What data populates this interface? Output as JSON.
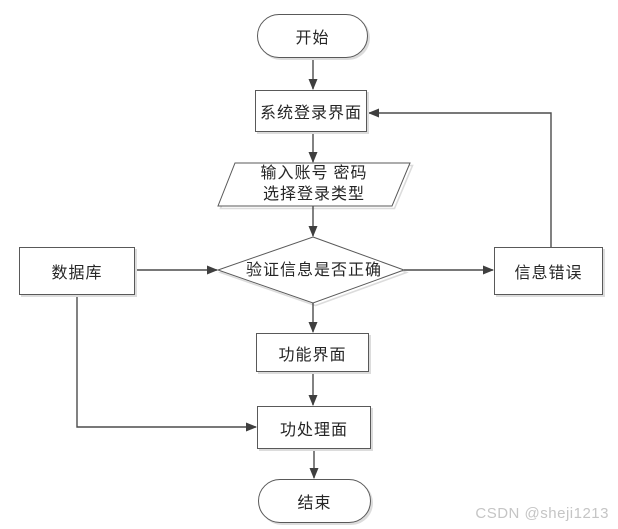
{
  "diagram": {
    "type": "flowchart",
    "nodes": {
      "start": {
        "label": "开始",
        "shape": "terminator"
      },
      "login": {
        "label": "系统登录界面",
        "shape": "process"
      },
      "input": {
        "line1": "输入账号 密码",
        "line2": "选择登录类型",
        "shape": "input-output"
      },
      "verify": {
        "label": "验证信息是否正确",
        "shape": "decision"
      },
      "database": {
        "label": "数据库",
        "shape": "process"
      },
      "error": {
        "label": "信息错误",
        "shape": "process"
      },
      "function": {
        "label": "功能界面",
        "shape": "process"
      },
      "process": {
        "label": "功处理面",
        "shape": "process"
      },
      "end": {
        "label": "结束",
        "shape": "terminator"
      }
    },
    "edges": [
      {
        "from": "start",
        "to": "login"
      },
      {
        "from": "login",
        "to": "input"
      },
      {
        "from": "input",
        "to": "verify"
      },
      {
        "from": "verify",
        "to": "function"
      },
      {
        "from": "function",
        "to": "process"
      },
      {
        "from": "process",
        "to": "end"
      },
      {
        "from": "database",
        "to": "verify"
      },
      {
        "from": "verify",
        "to": "error"
      },
      {
        "from": "error",
        "to": "login"
      },
      {
        "from": "database",
        "to": "process"
      }
    ]
  },
  "watermark": {
    "text": "CSDN @sheji1213"
  },
  "colors": {
    "background": "#ffffff",
    "line": "#4c4c4c",
    "arrowhead": "#3f3f3f",
    "node_border": "#595959",
    "node_fill": "#ffffff",
    "text": "#262626",
    "shadow": "#dcdcdc",
    "watermark": "#c5c5c5"
  }
}
